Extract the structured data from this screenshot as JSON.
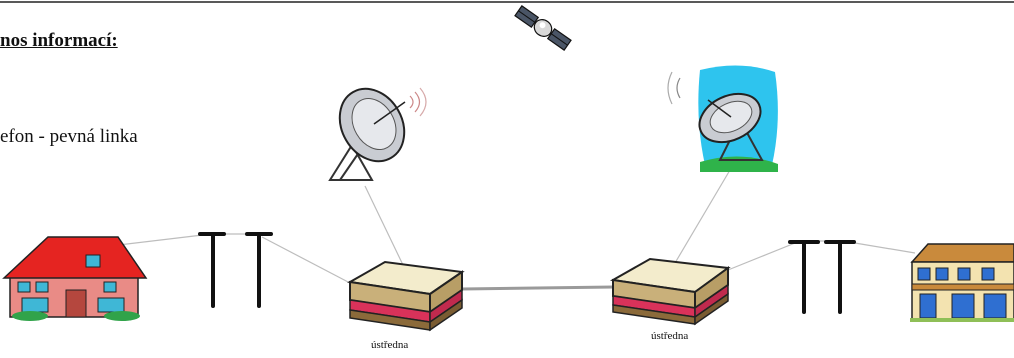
{
  "heading": "nos informací:",
  "subtitle": "efon - pevná linka",
  "exchanges": [
    {
      "label": "ústředna"
    },
    {
      "label": "ústředna"
    }
  ],
  "icons": {
    "satellite": "satellite-icon",
    "dish_left": "satellite-dish-icon",
    "dish_right": "satellite-dish-icon",
    "house_left": "red-house-icon",
    "house_right": "blue-house-icon",
    "telephone_pole": "telephone-pole-icon",
    "exchange_box": "exchange-box-icon"
  }
}
